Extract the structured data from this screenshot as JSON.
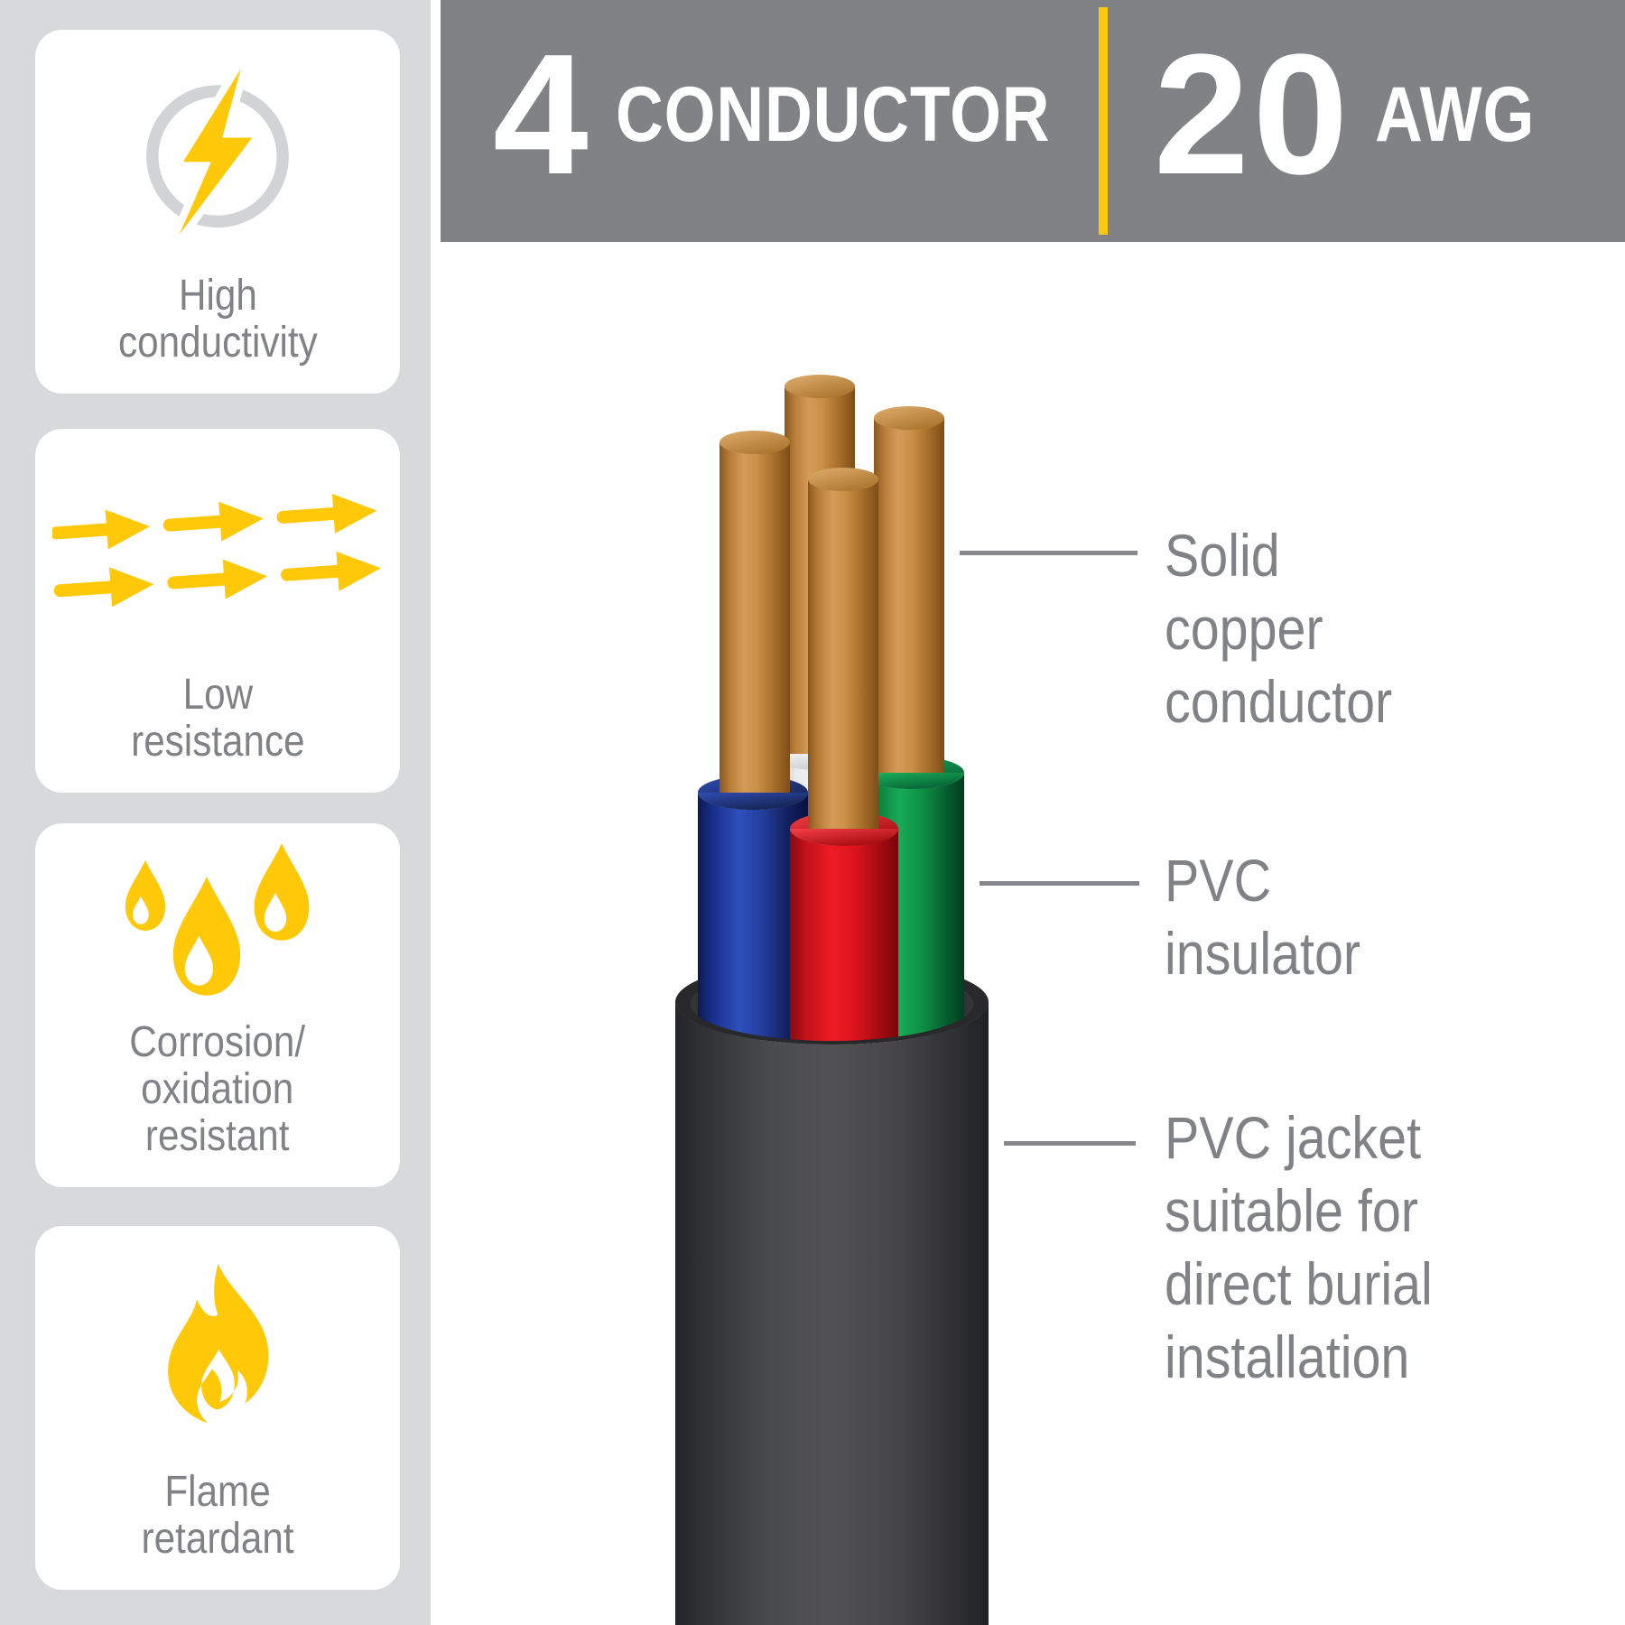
{
  "colors": {
    "accent_yellow": "#FFC90A",
    "header_gray": "#808285",
    "text_gray": "#808285",
    "sidebar_bg": "#D8D9DB",
    "icon_ring_gray": "#D1D3D4",
    "copper": "#C8913F",
    "insulator_blue": "#1E3DAB",
    "insulator_red": "#E2141F",
    "insulator_green": "#11A04E",
    "insulator_white": "#EFF1F2",
    "jacket_dark": "#3E3F41"
  },
  "header": {
    "conductor_count": "4",
    "conductor_label": "CONDUCTOR",
    "gauge_value": "20",
    "gauge_label": "AWG"
  },
  "sidebar": {
    "features": [
      {
        "icon": "lightning-bolt-icon",
        "label": "High\nconductivity"
      },
      {
        "icon": "arrows-right-icon",
        "label": "Low\nresistance"
      },
      {
        "icon": "water-droplets-icon",
        "label": "Corrosion/\noxidation\nresistant"
      },
      {
        "icon": "flame-icon",
        "label": "Flame\nretardant"
      }
    ]
  },
  "diagram": {
    "callouts": [
      {
        "label": "Solid\ncopper\nconductor"
      },
      {
        "label": "PVC\ninsulator"
      },
      {
        "label": "PVC jacket\nsuitable for\ndirect burial\ninstallation"
      }
    ]
  }
}
